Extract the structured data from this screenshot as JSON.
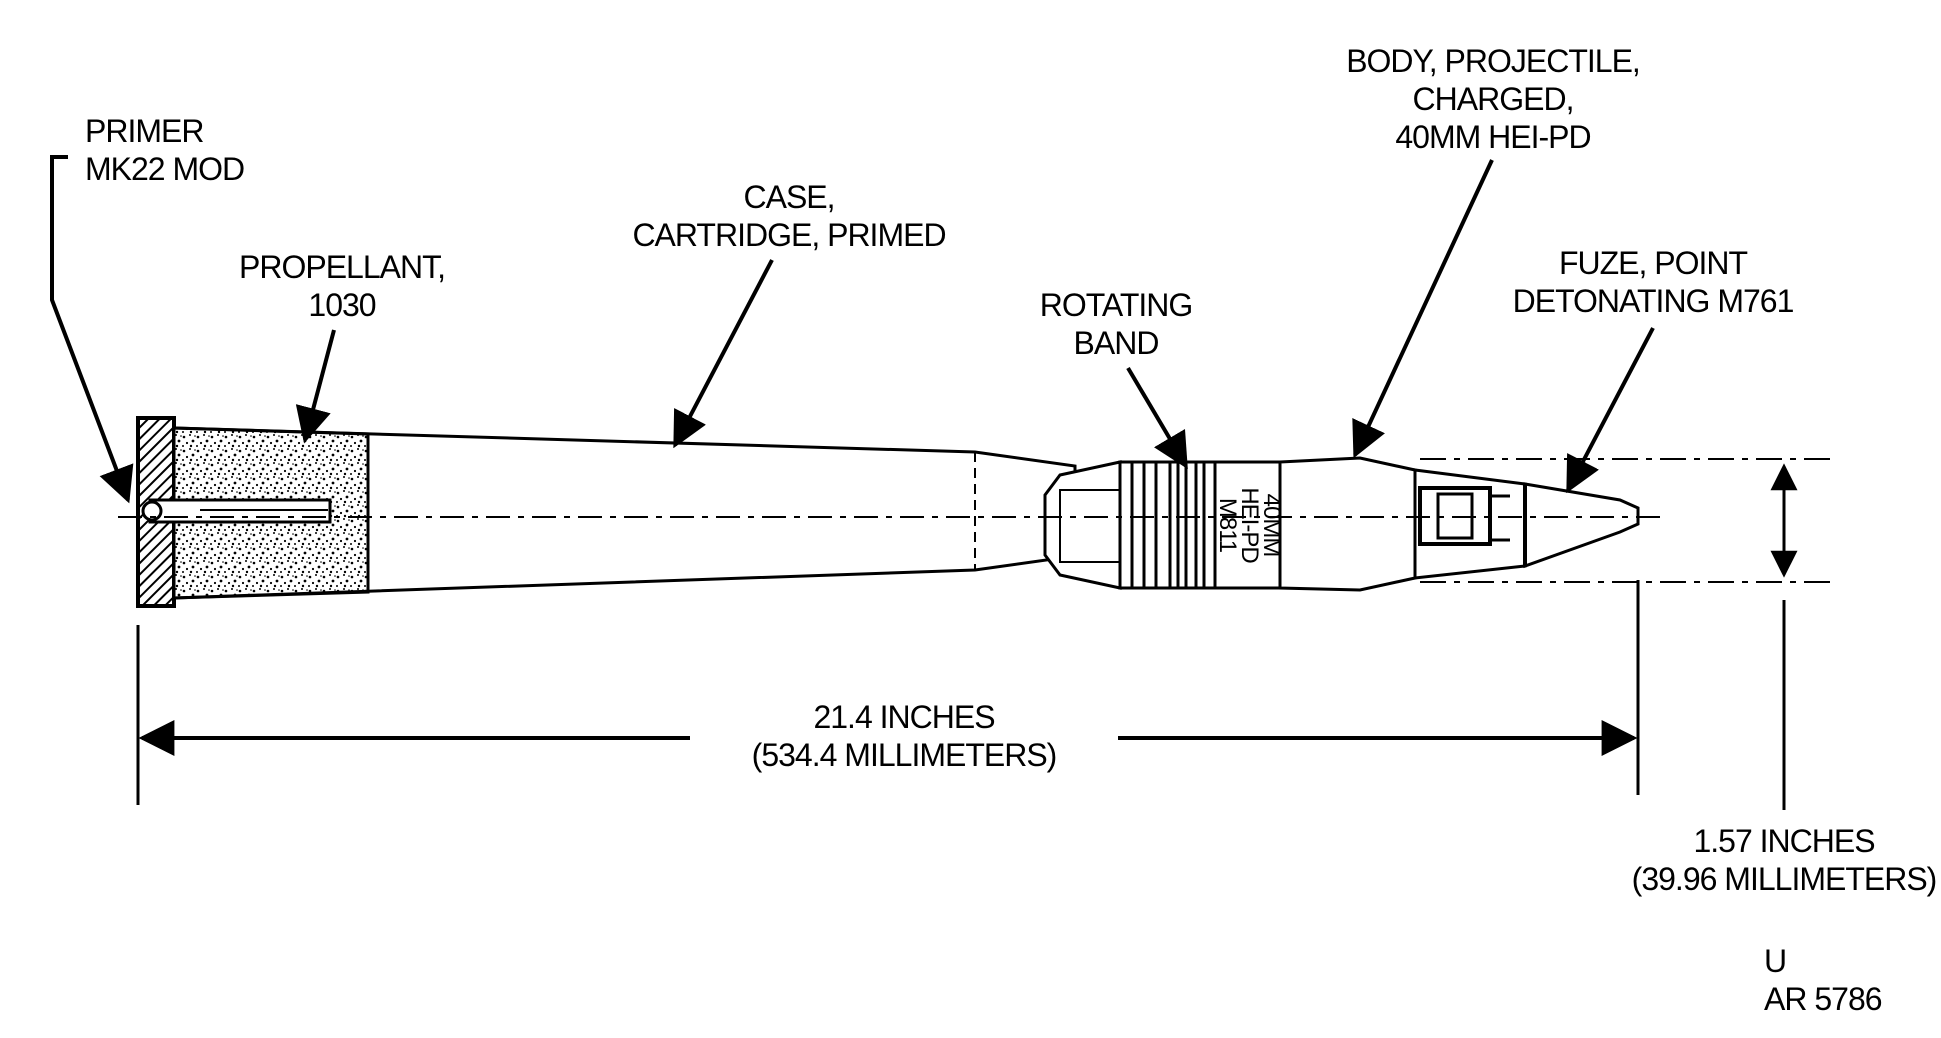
{
  "labels": {
    "primer": [
      "PRIMER",
      "MK22 MOD"
    ],
    "propellant": [
      "PROPELLANT,",
      "1030"
    ],
    "case": [
      "CASE,",
      "CARTRIDGE, PRIMED"
    ],
    "rotating_band": [
      "ROTATING",
      "BAND"
    ],
    "body": [
      "BODY, PROJECTILE,",
      "CHARGED,",
      "40MM HEI-PD"
    ],
    "fuze": [
      "FUZE, POINT",
      "DETONATING M761"
    ],
    "length": [
      "21.4 INCHES",
      "(534.4 MILLIMETERS)"
    ],
    "diameter": [
      "1.57 INCHES",
      "(39.96 MILLIMETERS)"
    ],
    "projectile_marking": [
      "40MM",
      "HEI-PD",
      "M811"
    ],
    "classification": "U",
    "figure_ref": "AR 5786"
  }
}
